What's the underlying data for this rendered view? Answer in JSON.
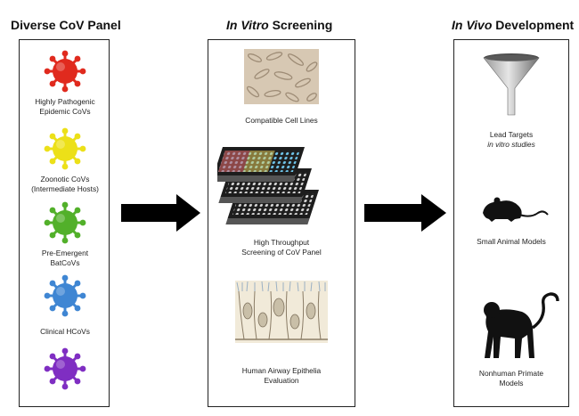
{
  "columns": [
    {
      "title_em": "",
      "title_rest": "Diverse CoV Panel"
    },
    {
      "title_em": "In Vitro",
      "title_rest": " Screening"
    },
    {
      "title_em": "In Vivo",
      "title_rest": " Development"
    }
  ],
  "panel1": {
    "items": [
      {
        "line1": "Highly Pathogenic",
        "line2": "Epidemic CoVs",
        "color": "#e02a1e"
      },
      {
        "line1": "Zoonotic CoVs",
        "line2": "(Intermediate Hosts)",
        "color": "#ece018"
      },
      {
        "line1": "Pre-Emergent",
        "line2": "BatCoVs",
        "color": "#52b02a"
      },
      {
        "line1": "Clinical HCoVs",
        "line2": "",
        "color": "#3f86d3"
      },
      {
        "line1": "",
        "line2": "",
        "color": "#7f2ec2"
      }
    ]
  },
  "panel2": {
    "cells_label": "Compatible Cell Lines",
    "plates_line1": "High Throughput",
    "plates_line2": "Screening of CoV Panel",
    "airway_line1": "Human Airway Epithelia",
    "airway_line2": "Evaluation"
  },
  "panel3": {
    "funnel_line1": "Lead Targets",
    "funnel_line2": "in vitro studies",
    "mouse_label": "Small Animal Models",
    "monkey_line1": "Nonhuman Primate",
    "monkey_line2": "Models"
  }
}
